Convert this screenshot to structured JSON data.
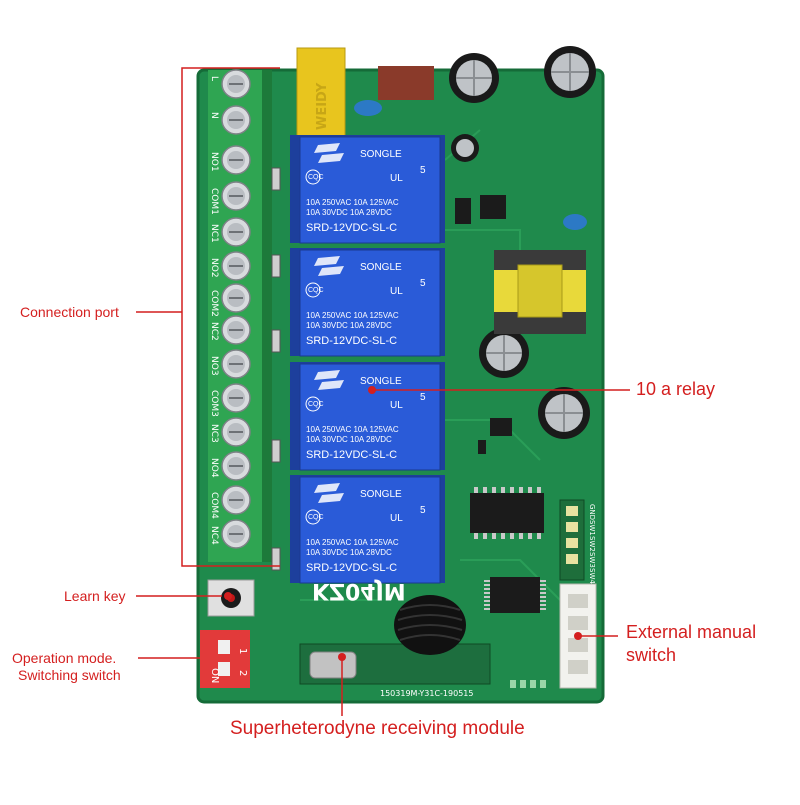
{
  "callouts": {
    "connection_port": "Connection port",
    "relay": "10 a relay",
    "learn_key": "Learn key",
    "operation_mode": [
      "Operation mode.",
      "Switching switch"
    ],
    "external_switch": [
      "External manual",
      "switch"
    ],
    "receiving_module": "Superheterodyne receiving module"
  },
  "board": {
    "model": "KZ04JM",
    "pcb_id": "150319M-Y31C-190515",
    "capacitor_brand": "WEIDY",
    "dip_switch": {
      "on": "ON",
      "pos1": "1",
      "pos2": "2"
    },
    "terminal_labels": [
      "L",
      "N",
      "NO1",
      "COM1",
      "NC1",
      "NO2",
      "COM2",
      "NC2",
      "NO3",
      "COM3",
      "NC3",
      "NO4",
      "COM4",
      "NC4"
    ],
    "header_labels": [
      "GND",
      "SW1",
      "SW2",
      "SW3",
      "SW4",
      "+5V"
    ]
  },
  "relay": {
    "brand": "SONGLE",
    "marks": [
      "CQC",
      "UL",
      "5"
    ],
    "ratings": [
      "10A 250VAC  10A 125VAC",
      "10A 30VDC  10A 28VDC"
    ],
    "model": "SRD-12VDC-SL-C"
  },
  "colors": {
    "callout": "#d41f1f",
    "pcb": "#1f8a4c",
    "relay": "#2a5bd8",
    "terminal": "#2fa552"
  }
}
